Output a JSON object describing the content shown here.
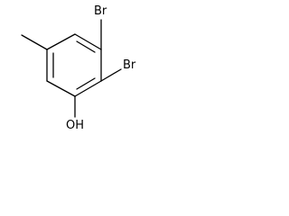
{
  "molecule": {
    "atoms": {
      "br_top": "Br",
      "br_right": "Br",
      "oh": "OH"
    }
  }
}
